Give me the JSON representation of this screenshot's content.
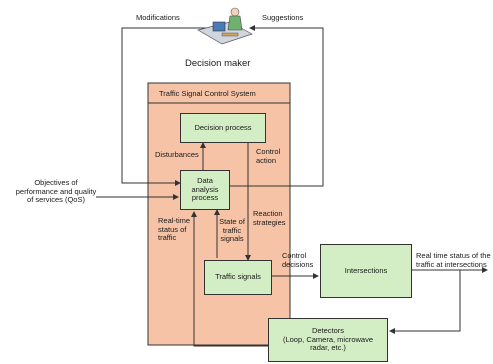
{
  "top": {
    "modifications": "Modifications",
    "suggestions": "Suggestions",
    "decision_maker": "Decision maker"
  },
  "system": {
    "title": "Traffic Signal Control System"
  },
  "boxes": {
    "decision_process": "Decision process",
    "data_analysis": [
      "Data",
      "analysis",
      "process"
    ],
    "traffic_signals": "Traffic signals",
    "intersections": "Intersections",
    "detectors": [
      "Detectors",
      "(Loop, Camera, microwave",
      "radar, etc.)"
    ]
  },
  "labels": {
    "objectives": [
      "Objectives of",
      "performance and quality",
      "of services (QoS)"
    ],
    "disturbances": "Disturbances",
    "control_action": [
      "Control",
      "action"
    ],
    "realtime_status": [
      "Real-time",
      "status of",
      "traffic"
    ],
    "state_signals": [
      "State of",
      "traffic",
      "signals"
    ],
    "reaction_strategies": [
      "Reaction",
      "strategies"
    ],
    "control_decisions": [
      "Control",
      "decisions"
    ],
    "realtime_intersections": [
      "Real time status of the",
      "traffic at intersections"
    ]
  },
  "colors": {
    "system_fill": "#f6c3a6",
    "box_fill": "#d3edc4",
    "line": "#333333"
  },
  "icons": {
    "decision_maker": "person-at-computer-icon"
  }
}
